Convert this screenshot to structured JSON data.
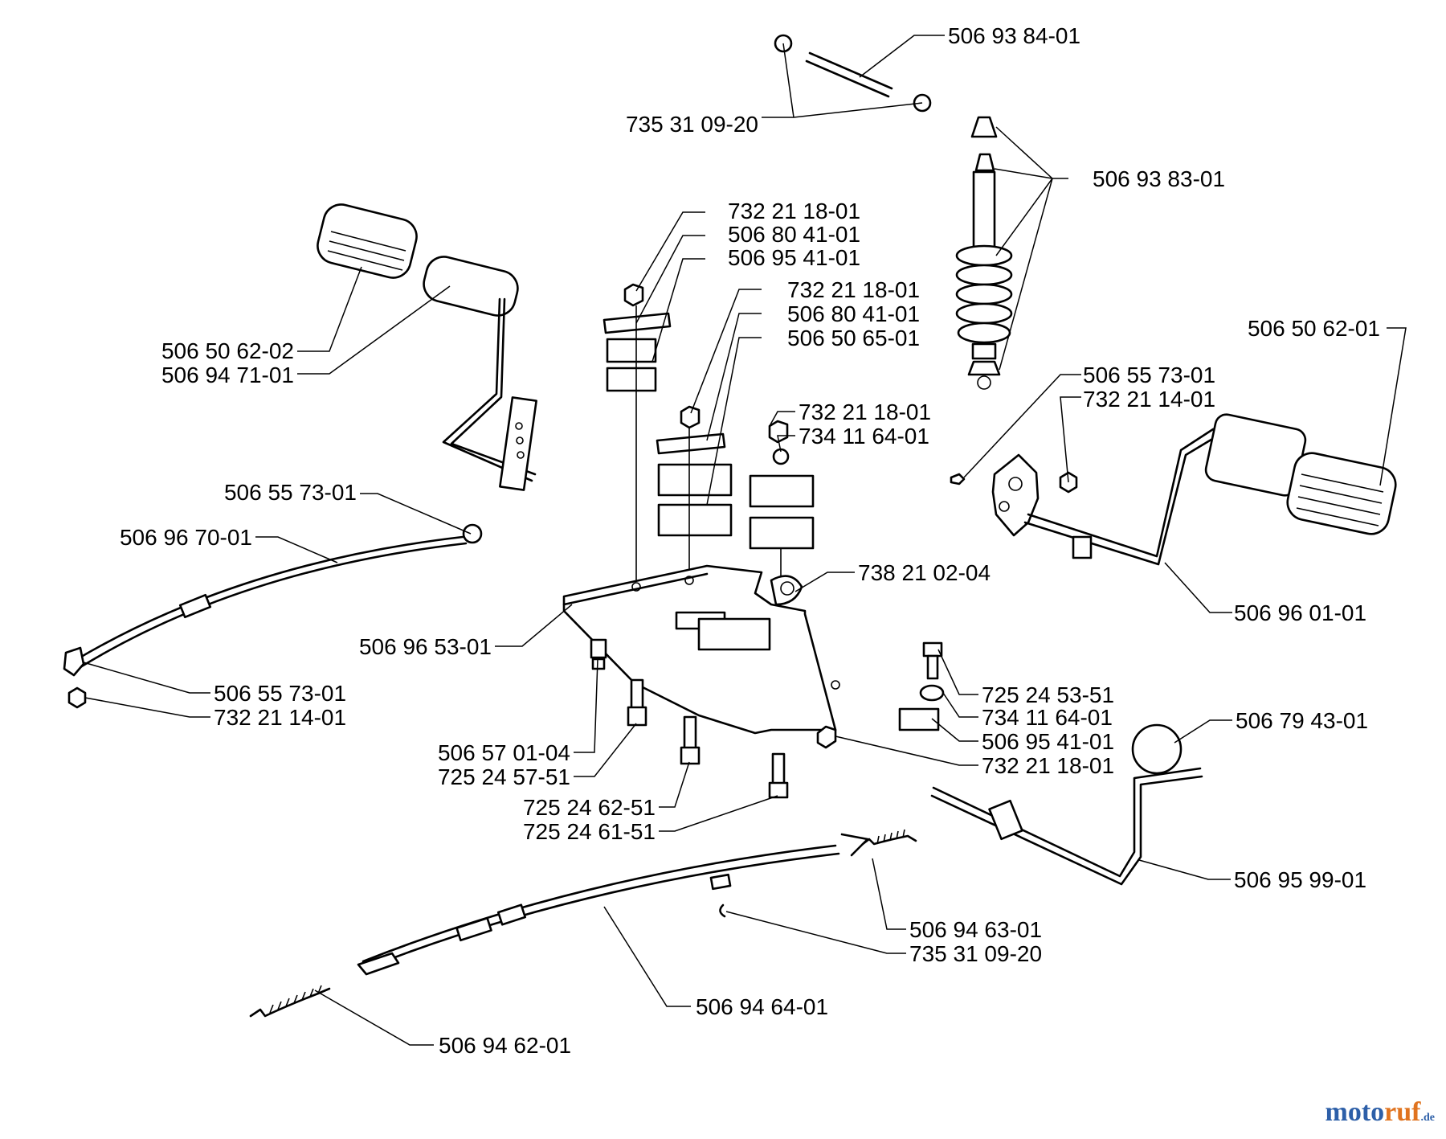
{
  "callouts": {
    "c01": "506 93 84-01",
    "c02": "735 31 09-20",
    "c03": "506 93 83-01",
    "c04": "732 21 18-01",
    "c05": "506 80 41-01",
    "c06": "506 95 41-01",
    "c07": "732 21 18-01",
    "c08": "506 80 41-01",
    "c09": "506 50 65-01",
    "c10": "506 50 62-01",
    "c11": "506 50 62-02",
    "c12": "506 94 71-01",
    "c13": "506 55 73-01",
    "c14": "732 21 14-01",
    "c15": "732 21 18-01",
    "c16": "734 11 64-01",
    "c17": "506 55 73-01",
    "c18": "506 96 70-01",
    "c19": "738 21 02-04",
    "c20": "506 96 01-01",
    "c21": "506 96 53-01",
    "c22": "506 55 73-01",
    "c23": "732 21 14-01",
    "c24": "725 24 53-51",
    "c25": "734 11 64-01",
    "c26": "506 95 41-01",
    "c27": "732 21 18-01",
    "c28": "506 79 43-01",
    "c29": "506 57 01-04",
    "c30": "725 24 57-51",
    "c31": "725 24 62-51",
    "c32": "725 24 61-51",
    "c33": "506 95 99-01",
    "c34": "506 94 63-01",
    "c35": "735 31 09-20",
    "c36": "506 94 64-01",
    "c37": "506 94 62-01"
  },
  "watermark": {
    "part1": "moto",
    "part2": "ruf",
    "part3": ".de"
  }
}
